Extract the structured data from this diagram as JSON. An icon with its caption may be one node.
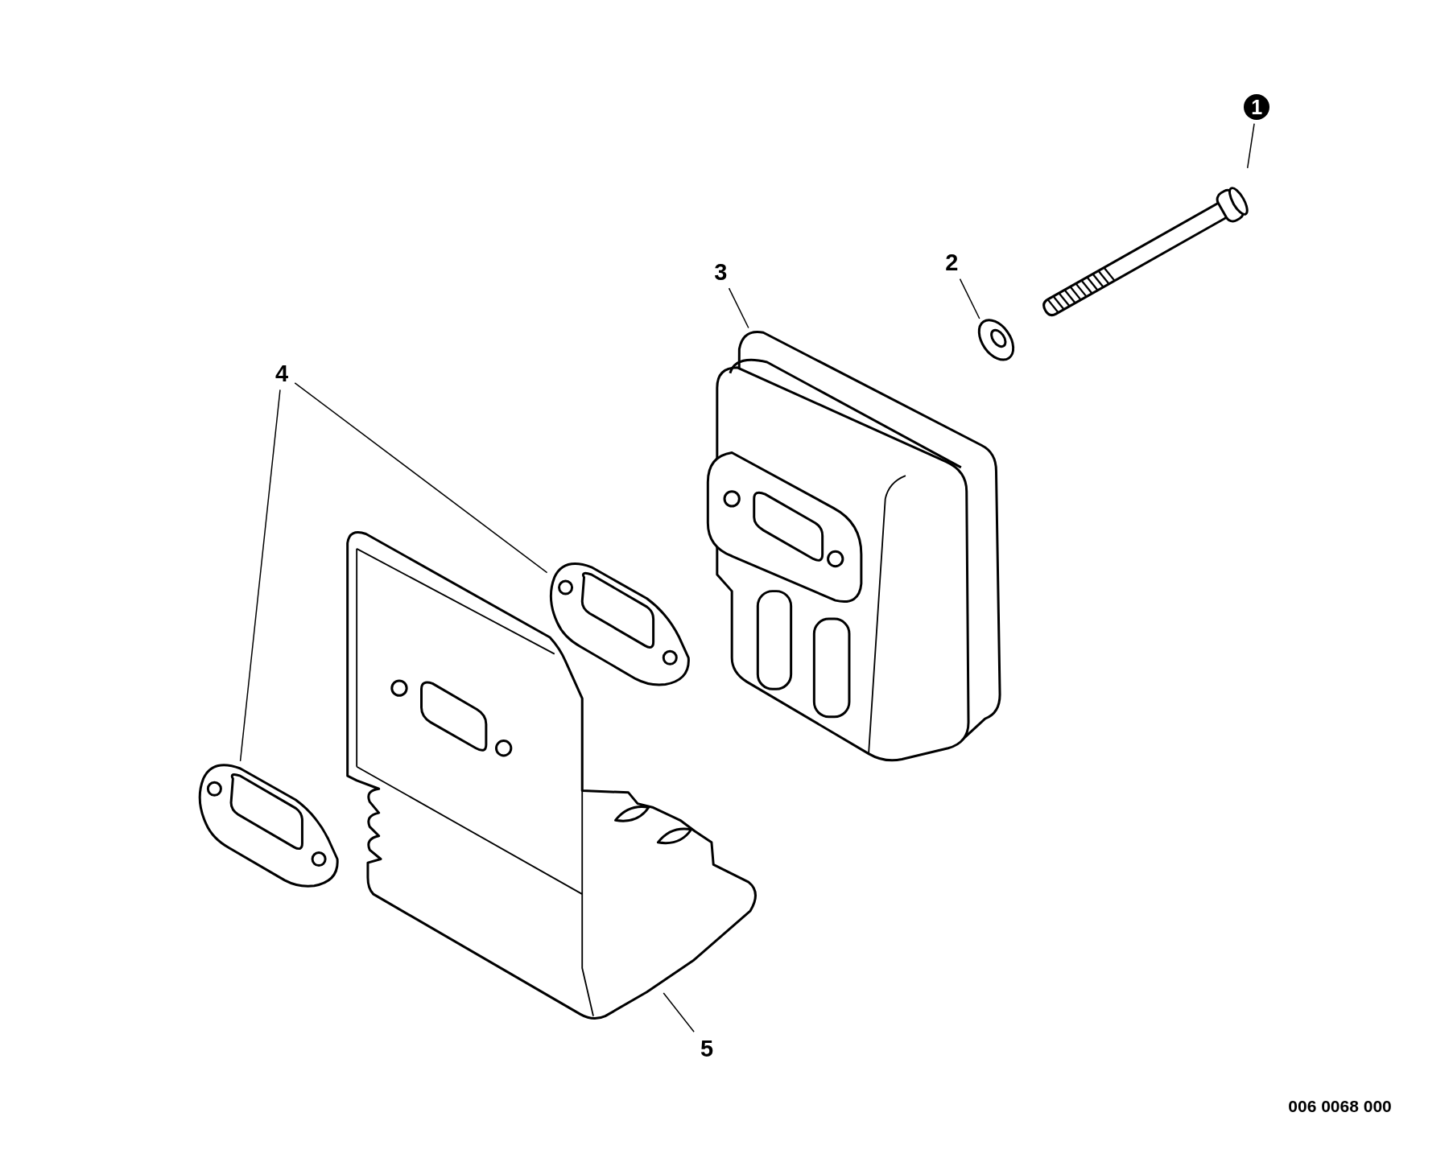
{
  "diagram": {
    "nodes": [
      {
        "text": [
          "1"
        ]
      },
      {
        "text": [],
        "shape": "picture"
      },
      {
        "text": [
          "2"
        ]
      },
      {
        "text": [],
        "shape": "picture"
      },
      {
        "text": [
          "3"
        ]
      },
      {
        "text": [],
        "shape": "picture"
      },
      {
        "text": [
          "4"
        ]
      },
      {
        "text": [],
        "shape": "picture"
      },
      {
        "text": [],
        "shape": "picture"
      },
      {
        "text": [
          "5"
        ]
      },
      {
        "text": [],
        "shape": "picture"
      }
    ],
    "edges": [
      {
        "from": 0,
        "to": 1,
        "arrow": "none"
      },
      {
        "from": 2,
        "to": 3,
        "arrow": "none"
      },
      {
        "from": 4,
        "to": 5,
        "arrow": "none"
      },
      {
        "from": 6,
        "to": 7,
        "arrow": "none"
      },
      {
        "from": 6,
        "to": 8,
        "arrow": "none"
      },
      {
        "from": 9,
        "to": 10,
        "arrow": "none"
      }
    ],
    "labels": [
      "006 0068 000"
    ]
  }
}
